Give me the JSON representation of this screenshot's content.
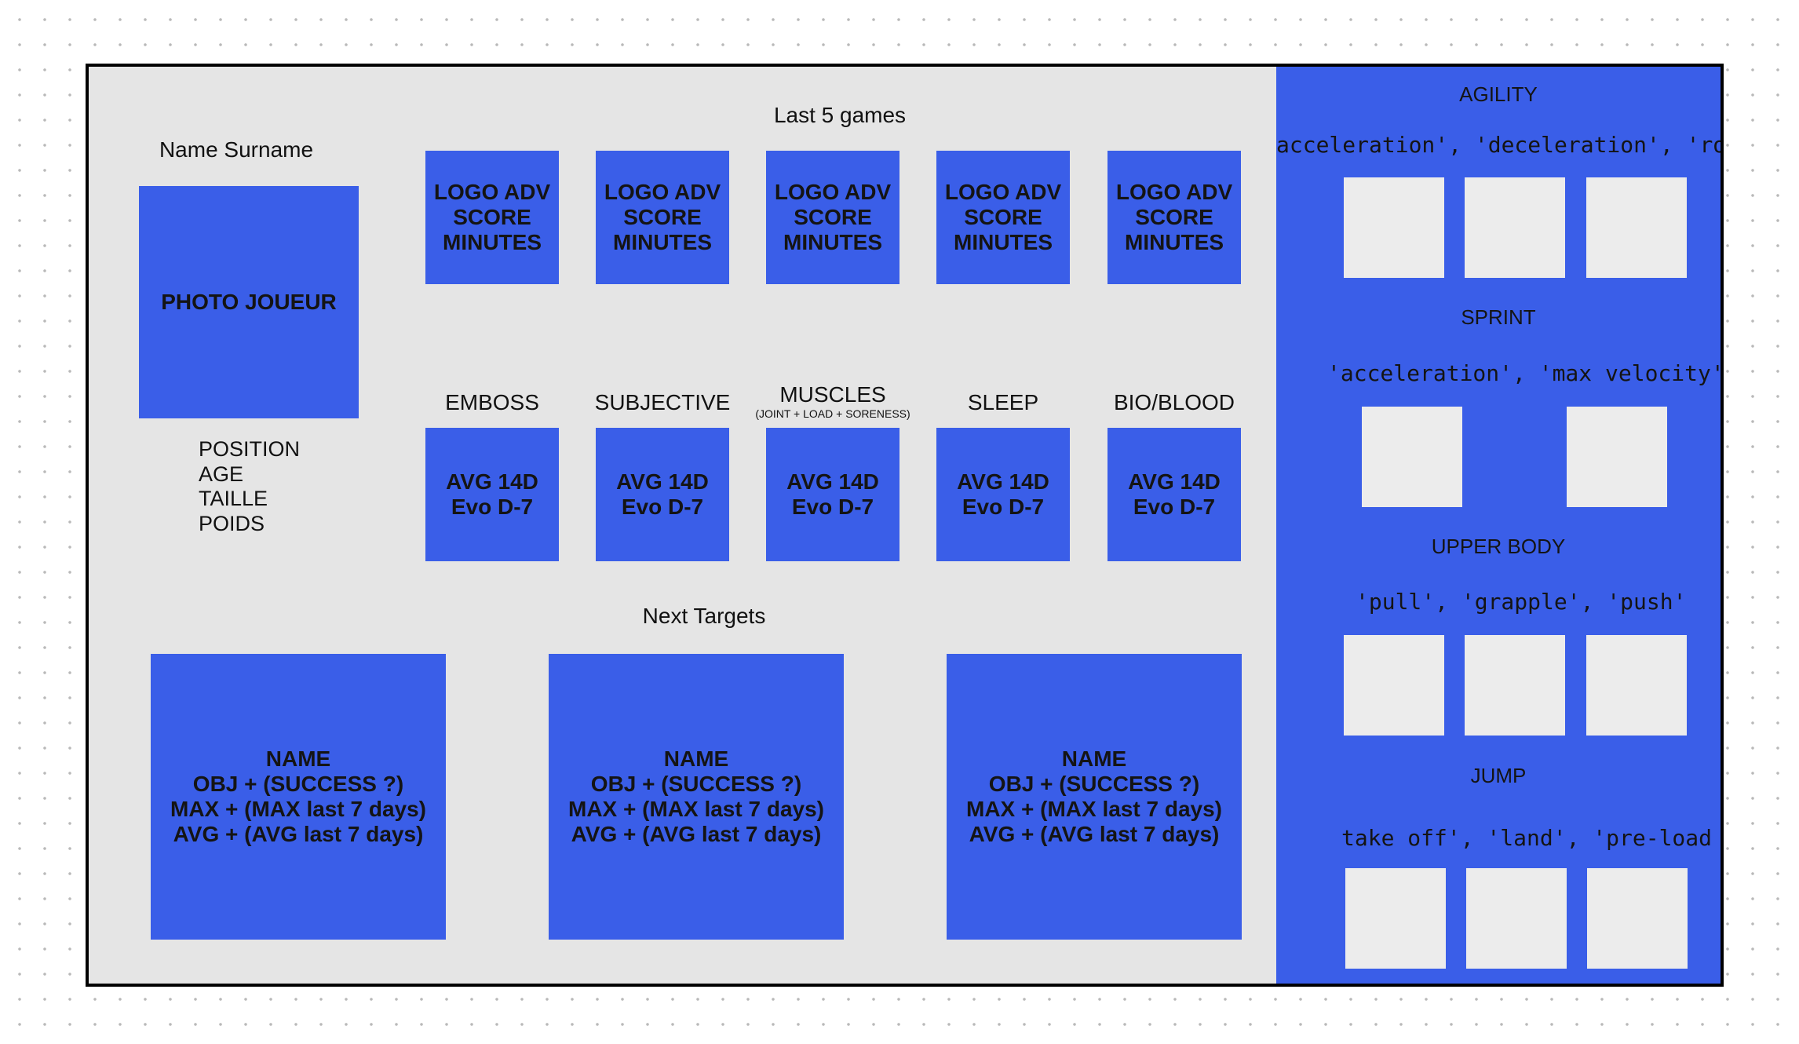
{
  "player": {
    "name": "Name Surname",
    "photo_label": "PHOTO JOUEUR",
    "info": [
      "POSITION",
      "AGE",
      "TAILLE",
      "POIDS"
    ]
  },
  "games": {
    "title": "Last 5 games",
    "items": [
      "LOGO ADV\nSCORE\nMINUTES",
      "LOGO ADV\nSCORE\nMINUTES",
      "LOGO ADV\nSCORE\nMINUTES",
      "LOGO ADV\nSCORE\nMINUTES",
      "LOGO ADV\nSCORE\nMINUTES"
    ]
  },
  "metrics": {
    "items": [
      {
        "label": "EMBOSS",
        "sublabel": "",
        "value": "AVG 14D\nEvo D-7"
      },
      {
        "label": "SUBJECTIVE",
        "sublabel": "",
        "value": "AVG 14D\nEvo D-7"
      },
      {
        "label": "MUSCLES",
        "sublabel": "(JOINT + LOAD + SORENESS)",
        "value": "AVG 14D\nEvo D-7"
      },
      {
        "label": "SLEEP",
        "sublabel": "",
        "value": "AVG 14D\nEvo D-7"
      },
      {
        "label": "BIO/BLOOD",
        "sublabel": "",
        "value": "AVG 14D\nEvo D-7"
      }
    ]
  },
  "targets": {
    "title": "Next Targets",
    "items": [
      "NAME\nOBJ  + (SUCCESS ?)\nMAX + (MAX last 7 days)\nAVG + (AVG last 7 days)",
      "NAME\nOBJ  + (SUCCESS ?)\nMAX + (MAX last 7 days)\nAVG + (AVG last 7 days)",
      "NAME\nOBJ  + (SUCCESS ?)\nMAX + (MAX last 7 days)\nAVG + (AVG last 7 days)"
    ]
  },
  "right_panel": {
    "sections": [
      {
        "title": "AGILITY",
        "subtitle": "acceleration', 'deceleration', 'rotate"
      },
      {
        "title": "SPRINT",
        "subtitle": "'acceleration', 'max velocity'"
      },
      {
        "title": "UPPER BODY",
        "subtitle": "'pull', 'grapple', 'push'"
      },
      {
        "title": "JUMP",
        "subtitle": "take off', 'land', 'pre-load"
      }
    ]
  },
  "colors": {
    "accent_blue": "#3a5ee8",
    "frame_bg": "#e5e5e5",
    "placeholder_bg": "#ececec",
    "border": "#000000"
  }
}
